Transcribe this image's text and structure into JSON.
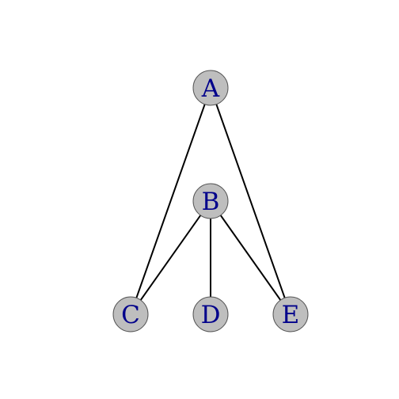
{
  "graph": {
    "nodes": [
      {
        "id": "A",
        "label": "A"
      },
      {
        "id": "B",
        "label": "B"
      },
      {
        "id": "C",
        "label": "C"
      },
      {
        "id": "D",
        "label": "D"
      },
      {
        "id": "E",
        "label": "E"
      }
    ],
    "edges": [
      {
        "source": "A",
        "target": "C"
      },
      {
        "source": "A",
        "target": "E"
      },
      {
        "source": "B",
        "target": "C"
      },
      {
        "source": "B",
        "target": "D"
      },
      {
        "source": "B",
        "target": "E"
      }
    ],
    "colors": {
      "node_fill": "#bebebe",
      "node_stroke": "#555555",
      "label": "#00008b",
      "edge": "#000000",
      "background": "#ffffff"
    }
  }
}
